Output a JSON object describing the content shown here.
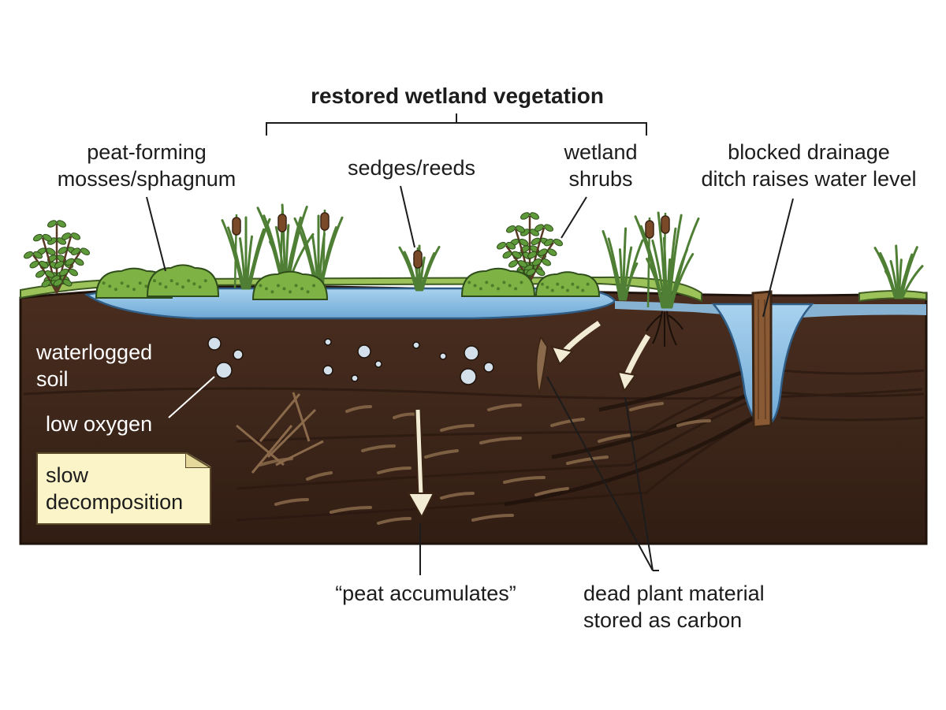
{
  "labels": {
    "title": "restored wetland vegetation",
    "mosses": "peat-forming\nmosses/sphagnum",
    "sedges": "sedges/reeds",
    "shrubs": "wetland\nshrubs",
    "ditch": "blocked drainage\nditch raises water level",
    "waterlogged": "waterlogged\nsoil",
    "oxygen": "low oxygen",
    "decomposition": "slow\ndecomposition",
    "peat": "“peat accumulates”",
    "carbon": "dead plant material\nstored as carbon"
  },
  "colors": {
    "soil_dark": "#3b2418",
    "soil_mid": "#4a2e1f",
    "water": "#8fc1e6",
    "water_dark": "#5f9ccb",
    "grass": "#9cc25a",
    "moss": "#7fb244",
    "moss_dark": "#4f7d2a",
    "plant": "#4f7f34",
    "cattail": "#7a4a28",
    "post": "#8a5a34",
    "arrow": "#f3ecd5",
    "note_bg": "#fbf4c8"
  }
}
